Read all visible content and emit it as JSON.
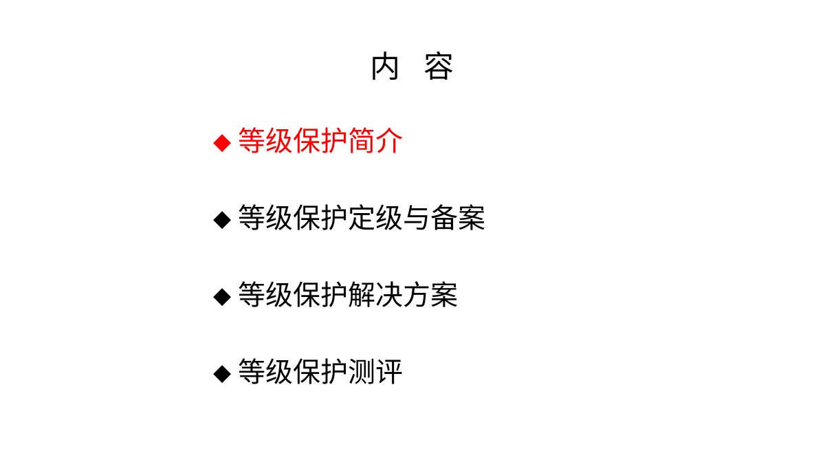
{
  "slide": {
    "title": "内  容",
    "bullet_glyph": "◆",
    "items": [
      {
        "label": "等级保护简介",
        "active": true
      },
      {
        "label": "等级保护定级与备案",
        "active": false
      },
      {
        "label": "等级保护解决方案",
        "active": false
      },
      {
        "label": "等级保护测评",
        "active": false
      }
    ]
  },
  "colors": {
    "active": "#ff0000",
    "text": "#000000",
    "background": "#ffffff"
  }
}
